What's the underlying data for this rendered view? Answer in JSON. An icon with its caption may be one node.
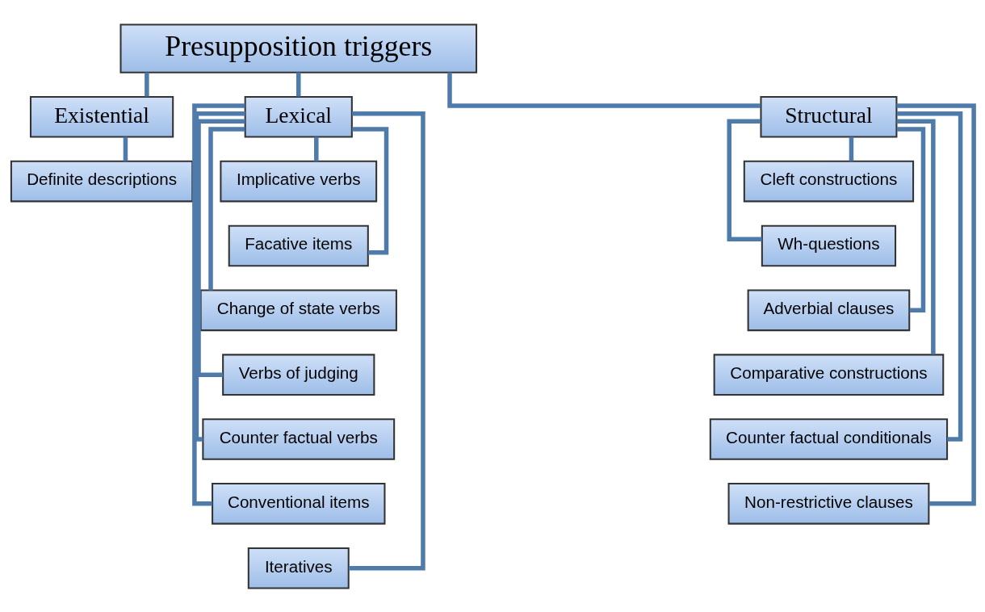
{
  "diagram": {
    "nodes": [
      {
        "text": [
          "Presupposition triggers"
        ]
      },
      {
        "text": [
          "Existential"
        ]
      },
      {
        "text": [
          "Definite descriptions"
        ]
      },
      {
        "text": [
          "Lexical"
        ]
      },
      {
        "text": [
          "Implicative verbs"
        ]
      },
      {
        "text": [
          "Facative items"
        ]
      },
      {
        "text": [
          "Change of state verbs"
        ]
      },
      {
        "text": [
          "Verbs of judging"
        ]
      },
      {
        "text": [
          "Counter factual verbs"
        ]
      },
      {
        "text": [
          "Conventional items"
        ]
      },
      {
        "text": [
          "Iteratives"
        ]
      },
      {
        "text": [
          "Structural"
        ]
      },
      {
        "text": [
          "Cleft constructions"
        ]
      },
      {
        "text": [
          "Wh-questions"
        ]
      },
      {
        "text": [
          "Adverbial clauses"
        ]
      },
      {
        "text": [
          "Comparative constructions"
        ]
      },
      {
        "text": [
          "Counter factual conditionals"
        ]
      },
      {
        "text": [
          "Non-restrictive clauses"
        ]
      }
    ],
    "edges": [
      {
        "from": 0,
        "to": 1,
        "arrow": "none"
      },
      {
        "from": 0,
        "to": 3,
        "arrow": "none"
      },
      {
        "from": 0,
        "to": 11,
        "arrow": "none"
      },
      {
        "from": 1,
        "to": 2,
        "arrow": "none"
      },
      {
        "from": 3,
        "to": 4,
        "arrow": "none"
      },
      {
        "from": 3,
        "to": 5,
        "arrow": "none"
      },
      {
        "from": 3,
        "to": 6,
        "arrow": "none"
      },
      {
        "from": 3,
        "to": 7,
        "arrow": "none"
      },
      {
        "from": 3,
        "to": 8,
        "arrow": "none"
      },
      {
        "from": 3,
        "to": 9,
        "arrow": "none"
      },
      {
        "from": 3,
        "to": 10,
        "arrow": "none"
      },
      {
        "from": 11,
        "to": 12,
        "arrow": "none"
      },
      {
        "from": 11,
        "to": 13,
        "arrow": "none"
      },
      {
        "from": 11,
        "to": 14,
        "arrow": "none"
      },
      {
        "from": 11,
        "to": 15,
        "arrow": "none"
      },
      {
        "from": 11,
        "to": 16,
        "arrow": "none"
      },
      {
        "from": 11,
        "to": 17,
        "arrow": "none"
      }
    ]
  }
}
